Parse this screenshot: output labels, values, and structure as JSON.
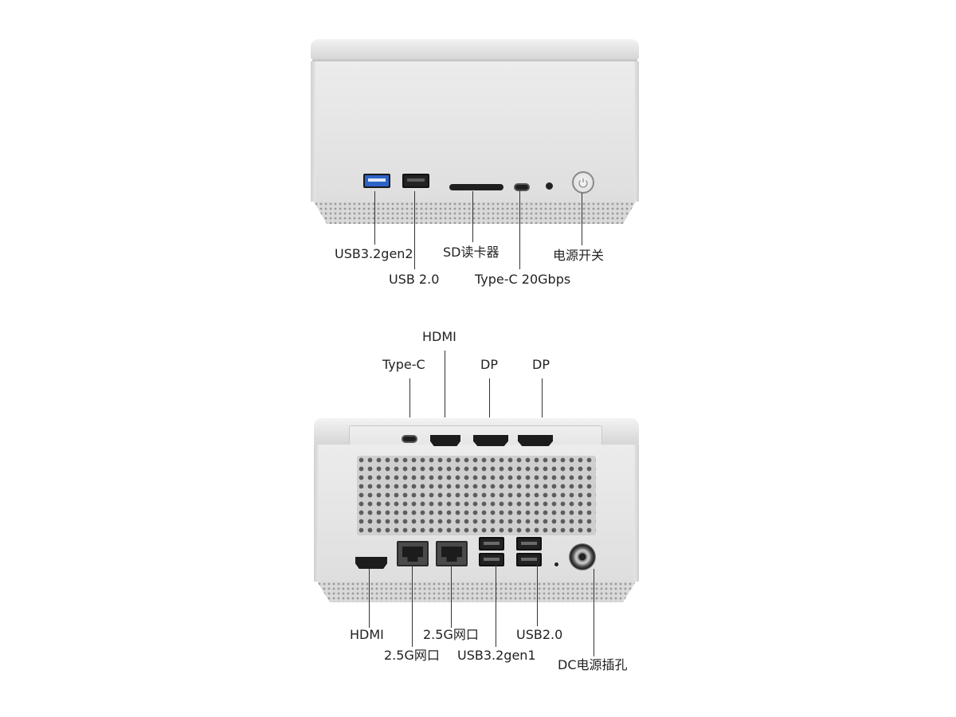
{
  "front_panel": {
    "labels": {
      "usb32gen2": "USB3.2gen2",
      "usb20": "USB 2.0",
      "sd_reader": "SD读卡器",
      "typec_20g": "Type-C 20Gbps",
      "power_switch": "电源开关"
    }
  },
  "rear_panel": {
    "top_labels": {
      "typec": "Type-C",
      "hdmi": "HDMI",
      "dp1": "DP",
      "dp2": "DP"
    },
    "bottom_labels": {
      "hdmi": "HDMI",
      "lan1": "2.5G网口",
      "lan2": "2.5G网口",
      "usb32gen1": "USB3.2gen1",
      "usb20": "USB2.0",
      "dc_power": "DC电源插孔"
    }
  },
  "colors": {
    "chassis": "#e4e4e4",
    "usb_blue": "#2d63c8",
    "port_black": "#1f1f1f",
    "label_text": "#222222"
  }
}
